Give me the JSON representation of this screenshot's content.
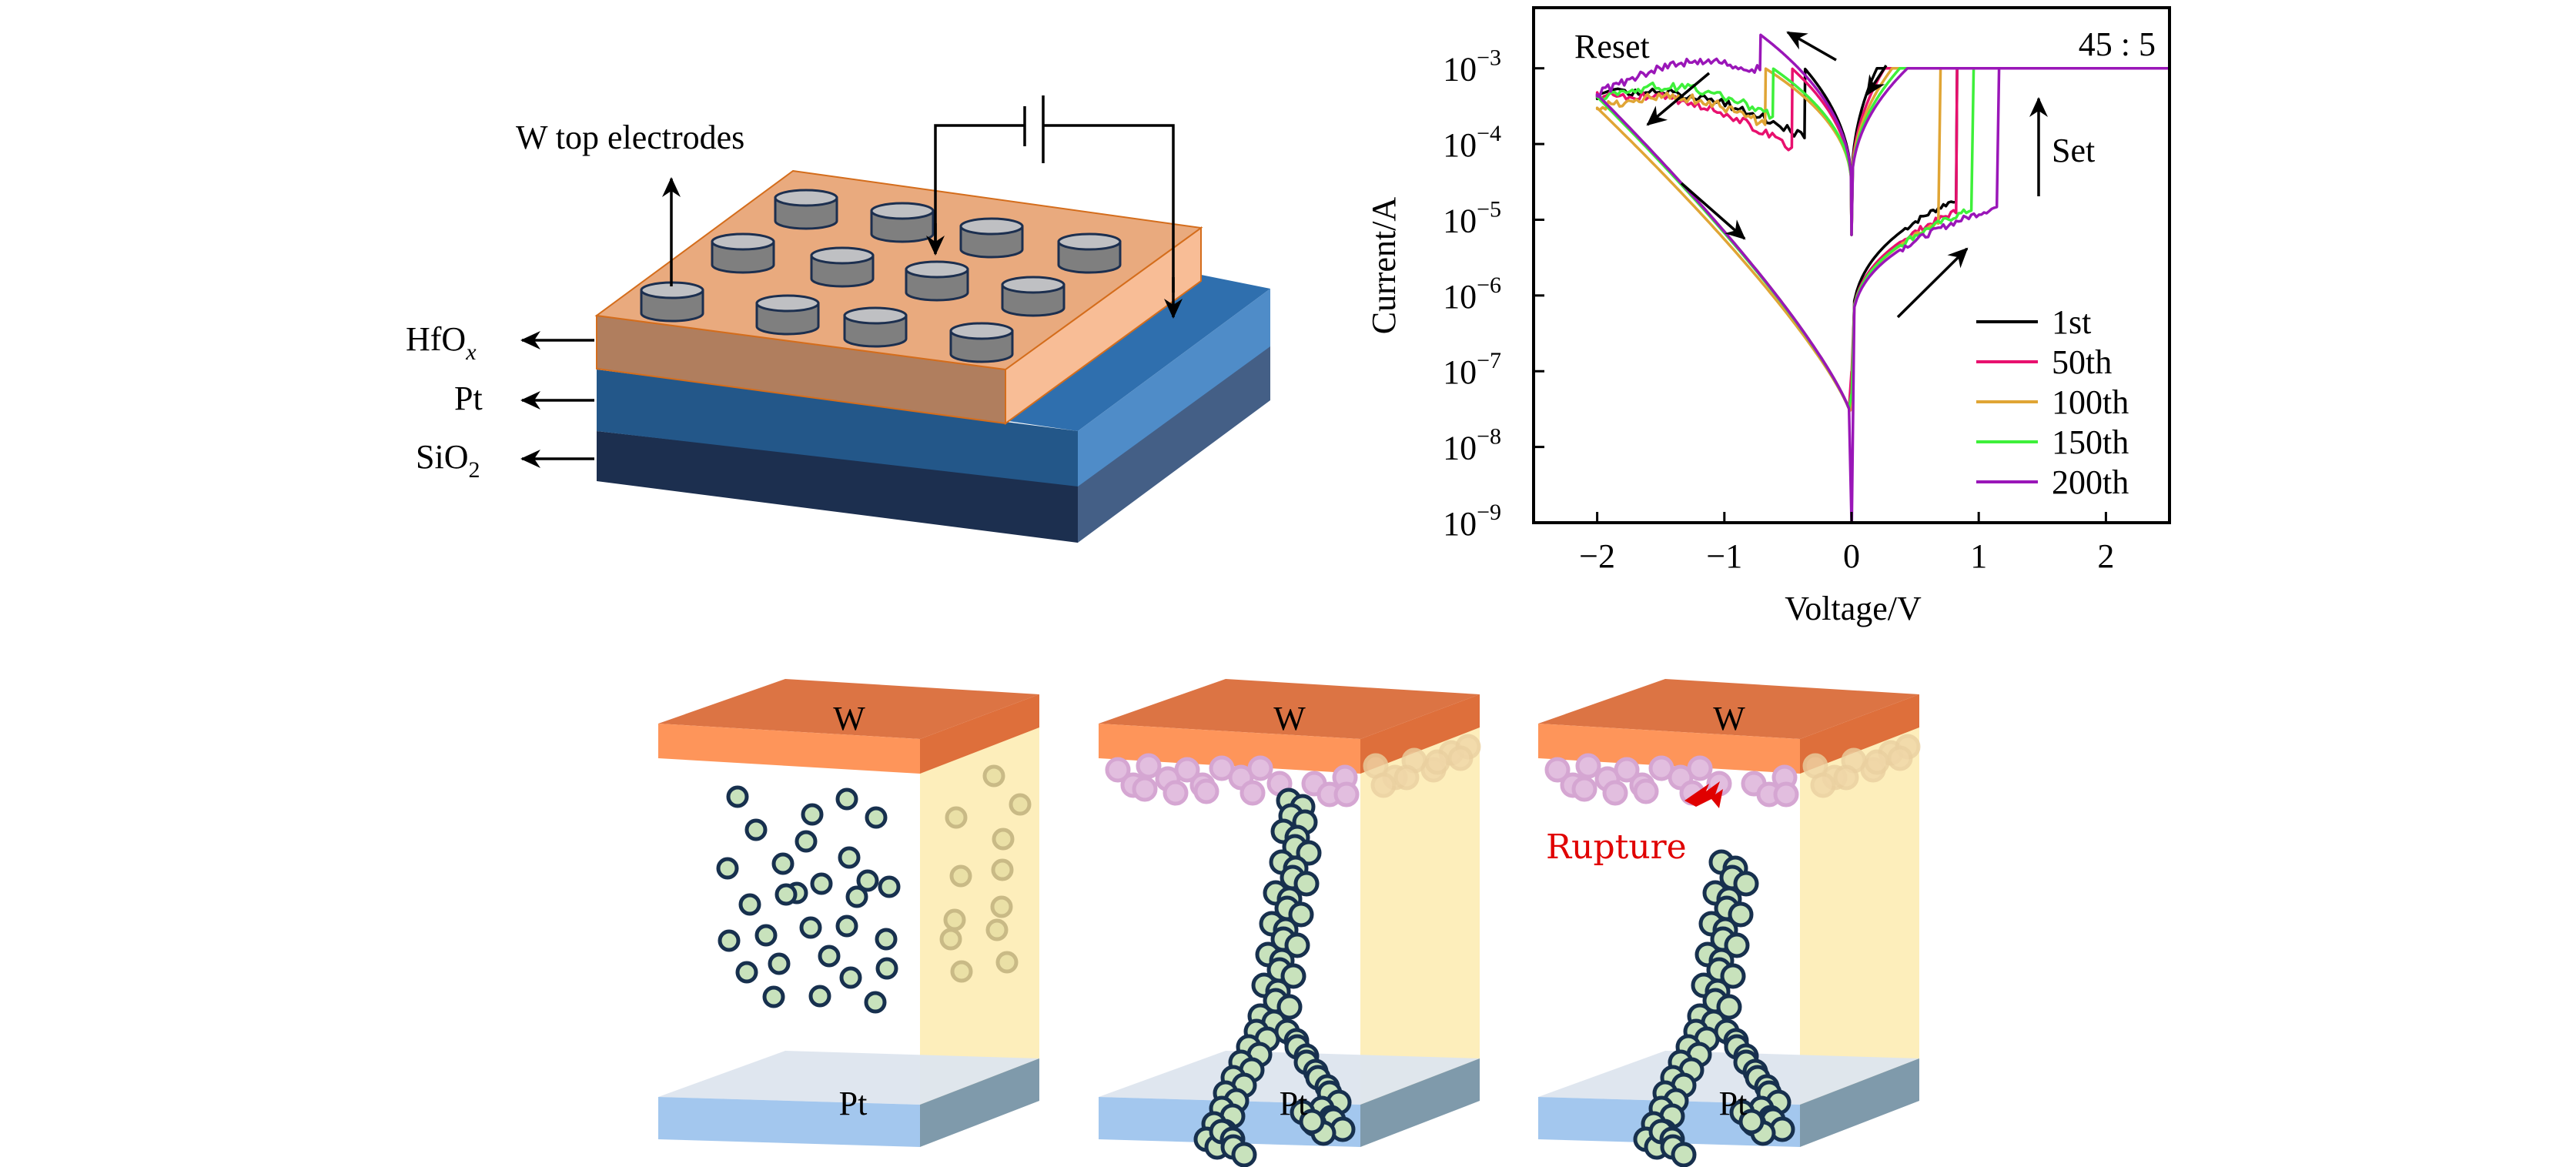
{
  "device_diagram": {
    "top_label": "W top electrodes",
    "layers": [
      {
        "name": "HfO",
        "subscript": "x",
        "color": "#e9aa7e"
      },
      {
        "name": "Pt",
        "subscript": "",
        "color": "#245a8c"
      },
      {
        "name": "SiO",
        "subscript": "2",
        "color": "#1c2f4f"
      }
    ],
    "electrode_count": 12
  },
  "chart_data": {
    "type": "line",
    "title": "",
    "annotation_ratio": "45 : 5",
    "annotation_reset": "Reset",
    "annotation_set": "Set",
    "xlabel": "Voltage/V",
    "ylabel": "Current/A",
    "xlim": [
      -2.5,
      2.5
    ],
    "ylim_log10": [
      -9,
      -2.2
    ],
    "yscale": "log",
    "compliance_current": 0.001,
    "x_ticks": [
      -2,
      -1,
      0,
      1,
      2
    ],
    "x_tick_labels": [
      "−2",
      "−1",
      "0",
      "1",
      "2"
    ],
    "y_ticks_log10": [
      -9,
      -8,
      -7,
      -6,
      -5,
      -4,
      -3
    ],
    "y_tick_labels": [
      "10",
      "10",
      "10",
      "10",
      "10",
      "10",
      "10"
    ],
    "y_tick_exponents": [
      "−9",
      "−8",
      "−7",
      "−6",
      "−5",
      "−4",
      "−3"
    ],
    "legend_position": "bottom-right",
    "series": [
      {
        "name": "1st",
        "color": "#000000",
        "set_voltage": 0.83,
        "reset_voltage": -0.37,
        "reset_peak": 0.001,
        "hrs_at_set": 1.9e-05,
        "hrs_neg_end": 0.00045,
        "lrs_neg_after_reset": 0.00012,
        "min_current": 5e-08
      },
      {
        "name": "50th",
        "color": "#e8106e",
        "set_voltage": 0.83,
        "reset_voltage": -0.47,
        "reset_peak": 0.001,
        "hrs_at_set": 1.3e-05,
        "hrs_neg_end": 0.00043,
        "lrs_neg_after_reset": 9e-05,
        "min_current": 1e-07
      },
      {
        "name": "100th",
        "color": "#e0a535",
        "set_voltage": 0.7,
        "reset_voltage": -0.68,
        "reset_peak": 0.001,
        "hrs_at_set": 9e-06,
        "hrs_neg_end": 0.0003,
        "lrs_neg_after_reset": 0.00018,
        "min_current": 3e-08
      },
      {
        "name": "150th",
        "color": "#3ef03a",
        "set_voltage": 0.96,
        "reset_voltage": -0.62,
        "reset_peak": 0.001,
        "hrs_at_set": 1.4e-05,
        "hrs_neg_end": 0.00042,
        "lrs_neg_after_reset": 0.00023,
        "min_current": 5e-08
      },
      {
        "name": "200th",
        "color": "#9a16b8",
        "set_voltage": 1.16,
        "reset_voltage": -0.72,
        "reset_peak": 0.0028,
        "hrs_at_set": 1.5e-05,
        "hrs_neg_end": 0.00045,
        "lrs_neg_after_reset": 0.00095,
        "min_current": 1e-09
      }
    ]
  },
  "mechanism_panels": [
    {
      "top_electrode": "W",
      "bottom_electrode": "Pt",
      "state": "initial",
      "annotation": ""
    },
    {
      "top_electrode": "W",
      "bottom_electrode": "Pt",
      "state": "set",
      "annotation": ""
    },
    {
      "top_electrode": "W",
      "bottom_electrode": "Pt",
      "state": "reset",
      "annotation": "Rupture"
    }
  ],
  "colors": {
    "electrode_top": "#dc7444",
    "electrode_front": "#fe955a",
    "side_panel": "#fdeebb",
    "pt_top": "#dde5ee",
    "pt_front": "#a3c7ee",
    "pt_side": "#7f9aab",
    "vacancy_fill": "#c8e2bc",
    "vacancy_stroke": "#17304e",
    "oxygen_fill": "#e2bedf",
    "rupture": "#e00000"
  }
}
